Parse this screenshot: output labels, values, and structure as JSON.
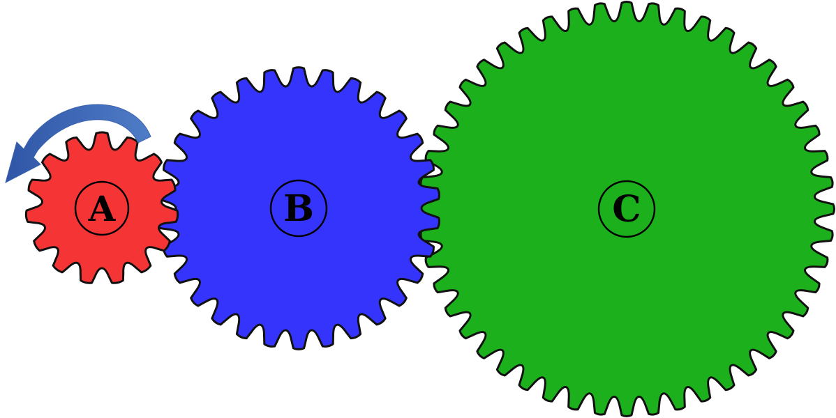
{
  "gears": [
    {
      "id": "a",
      "label": "A",
      "teeth": 15,
      "color": "#f53535"
    },
    {
      "id": "b",
      "label": "B",
      "teeth": 30,
      "color": "#3434fd"
    },
    {
      "id": "c",
      "label": "C",
      "teeth": 48,
      "color": "#1cb01c"
    }
  ],
  "rotation_arrow": {
    "direction": "counterclockwise",
    "color": "#3a62b0"
  }
}
